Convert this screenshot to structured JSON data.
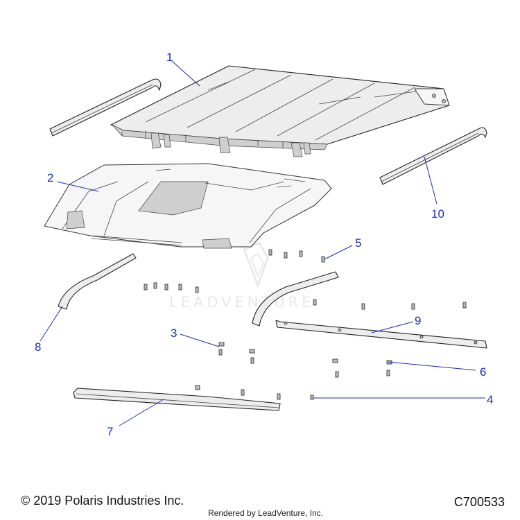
{
  "diagram": {
    "callouts": [
      "1",
      "2",
      "3",
      "4",
      "5",
      "6",
      "7",
      "8",
      "9",
      "10"
    ],
    "watermark": "LEADVENTURE",
    "callout_color": "#1d2bb3"
  },
  "footer": {
    "copyright": "© 2019 Polaris Industries Inc.",
    "rendered_by": "Rendered by LeadVenture, Inc.",
    "diagram_code": "C700533"
  }
}
